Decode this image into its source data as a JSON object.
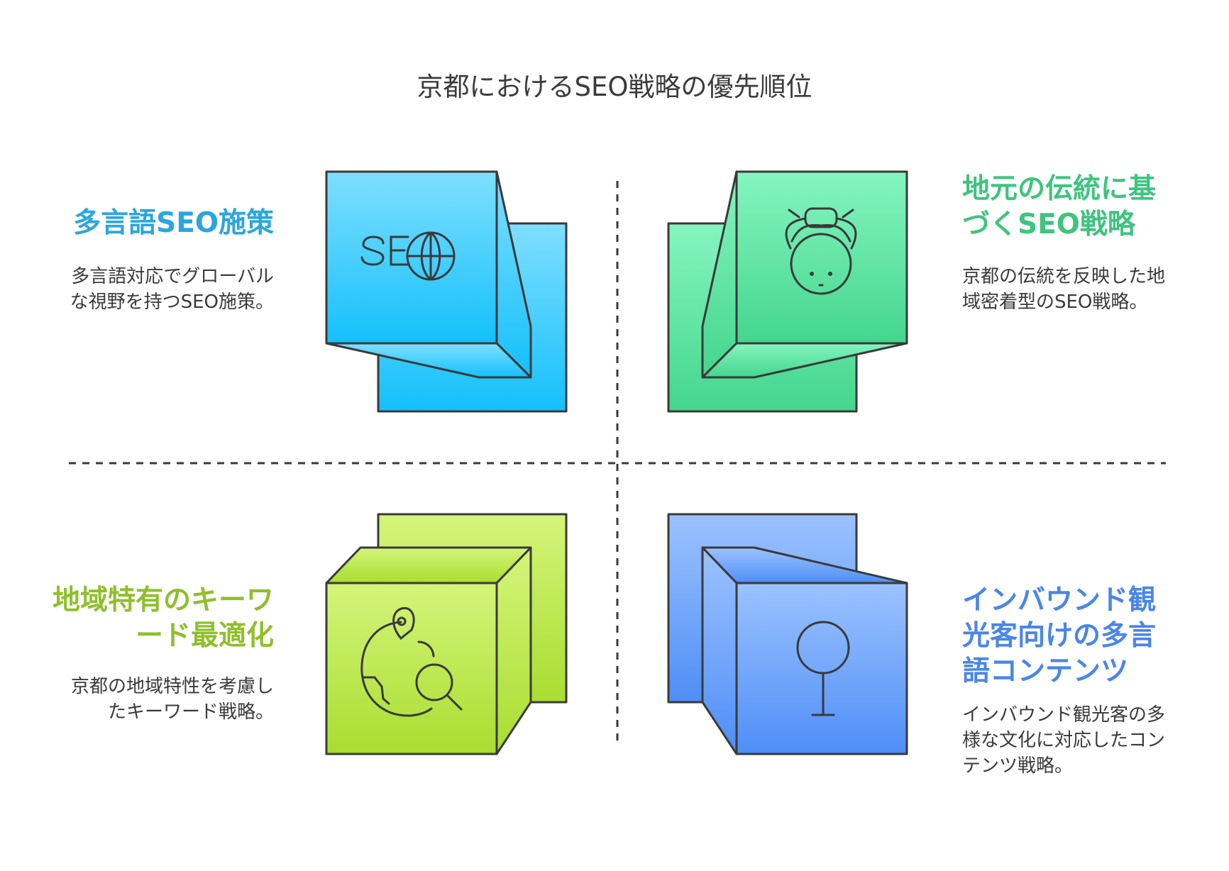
{
  "title": "京都におけるSEO戦略の優先順位",
  "quadrants": [
    {
      "title": "多言語SEO施策",
      "description": "多言語対応でグローバルな視野を持つSEO施策。",
      "icon": "seo-globe-icon",
      "color": "#1ec3f5"
    },
    {
      "title": "地元の伝統に基づくSEO戦略",
      "description": "京都の伝統を反映した地域密着型のSEO戦略。",
      "icon": "geisha-icon",
      "color": "#4ad98f"
    },
    {
      "title": "地域特有のキーワード最適化",
      "description": "京都の地域特性を考慮したキーワード戦略。",
      "icon": "globe-location-search-icon",
      "color": "#b5e245"
    },
    {
      "title": "インバウンド観光客向けの多言語コンテンツ",
      "description": "インバウンド観光客の多様な文化に対応したコンテンツ戦略。",
      "icon": "pin-icon",
      "color": "#5a95f5"
    }
  ]
}
